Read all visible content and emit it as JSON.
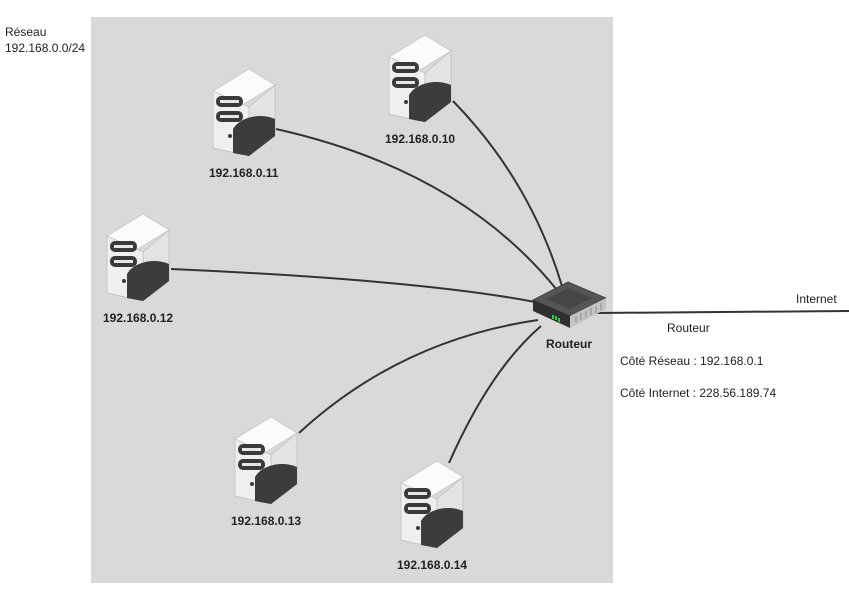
{
  "network": {
    "title": "Réseau",
    "subnet": "192.168.0.0/24"
  },
  "servers": [
    {
      "ip": "192.168.0.11"
    },
    {
      "ip": "192.168.0.10"
    },
    {
      "ip": "192.168.0.12"
    },
    {
      "ip": "192.168.0.13"
    },
    {
      "ip": "192.168.0.14"
    }
  ],
  "router": {
    "label": "Routeur",
    "info_title": "Routeur",
    "lan_side": "Côté Réseau : 192.168.0.1",
    "wan_side": "Côté Internet : 228.56.189.74"
  },
  "internet": {
    "label": "Internet"
  },
  "colors": {
    "area": "#d9d9d9",
    "link": "#333333",
    "server_light": "#f4f4f4",
    "server_dark": "#3c3c3c",
    "router_body": "#555555"
  }
}
